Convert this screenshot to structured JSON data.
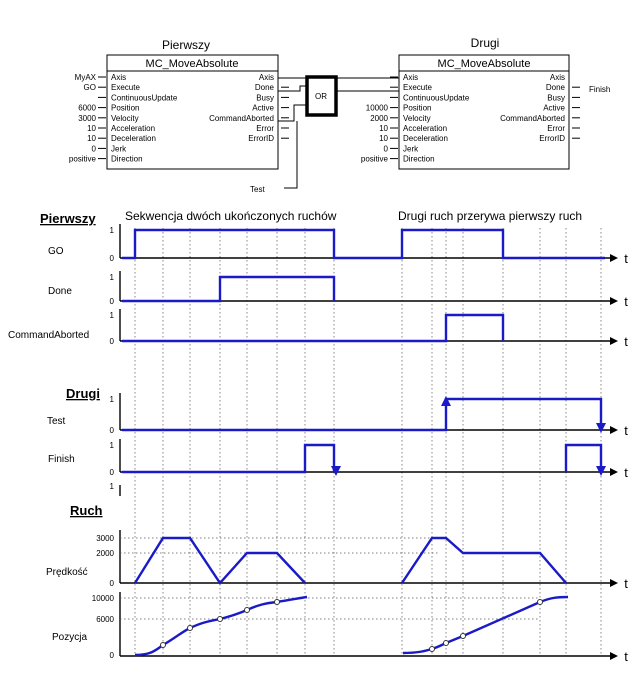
{
  "fb1": {
    "instance": "Pierwszy",
    "name": "MC_MoveAbsolute",
    "inputs": [
      "Axis",
      "Execute",
      "ContinuousUpdate",
      "Position",
      "Velocity",
      "Acceleration",
      "Deceleration",
      "Jerk",
      "Direction"
    ],
    "outputs": [
      "Axis",
      "Done",
      "Busy",
      "Active",
      "CommandAborted",
      "Error",
      "ErrorID"
    ],
    "input_values": [
      "MyAX",
      "GO",
      "",
      "6000",
      "3000",
      "10",
      "10",
      "0",
      "positive"
    ]
  },
  "fb2": {
    "instance": "Drugi",
    "name": "MC_MoveAbsolute",
    "inputs": [
      "Axis",
      "Execute",
      "ContinuousUpdate",
      "Position",
      "Velocity",
      "Acceleration",
      "Deceleration",
      "Jerk",
      "Direction"
    ],
    "outputs": [
      "Axis",
      "Done",
      "Busy",
      "Active",
      "CommandAborted",
      "Error",
      "ErrorID"
    ],
    "input_values": [
      "",
      "",
      "",
      "10000",
      "2000",
      "10",
      "10",
      "0",
      "positive"
    ],
    "done_output": "Finish"
  },
  "or_block": "OR",
  "test_label": "Test",
  "section_first": "Pierwszy",
  "section_second": "Drugi",
  "section_motion": "Ruch",
  "caption_left": "Sekwencja dwóch ukończonych ruchów",
  "caption_right": "Drugi ruch przerywa pierwszy ruch",
  "signal_names": {
    "go": "GO",
    "done": "Done",
    "aborted": "CommandAborted",
    "test": "Test",
    "finish": "Finish",
    "velocity": "Prędkość",
    "position": "Pozycja"
  },
  "time_axis_label": "t",
  "level_one": "1",
  "level_zero": "0",
  "velocity_ticks": [
    "3000",
    "2000",
    "0"
  ],
  "position_ticks": [
    "10000",
    "6000",
    "0"
  ],
  "colors": {
    "signal": "#1a1ac8",
    "axis": "#000000"
  }
}
